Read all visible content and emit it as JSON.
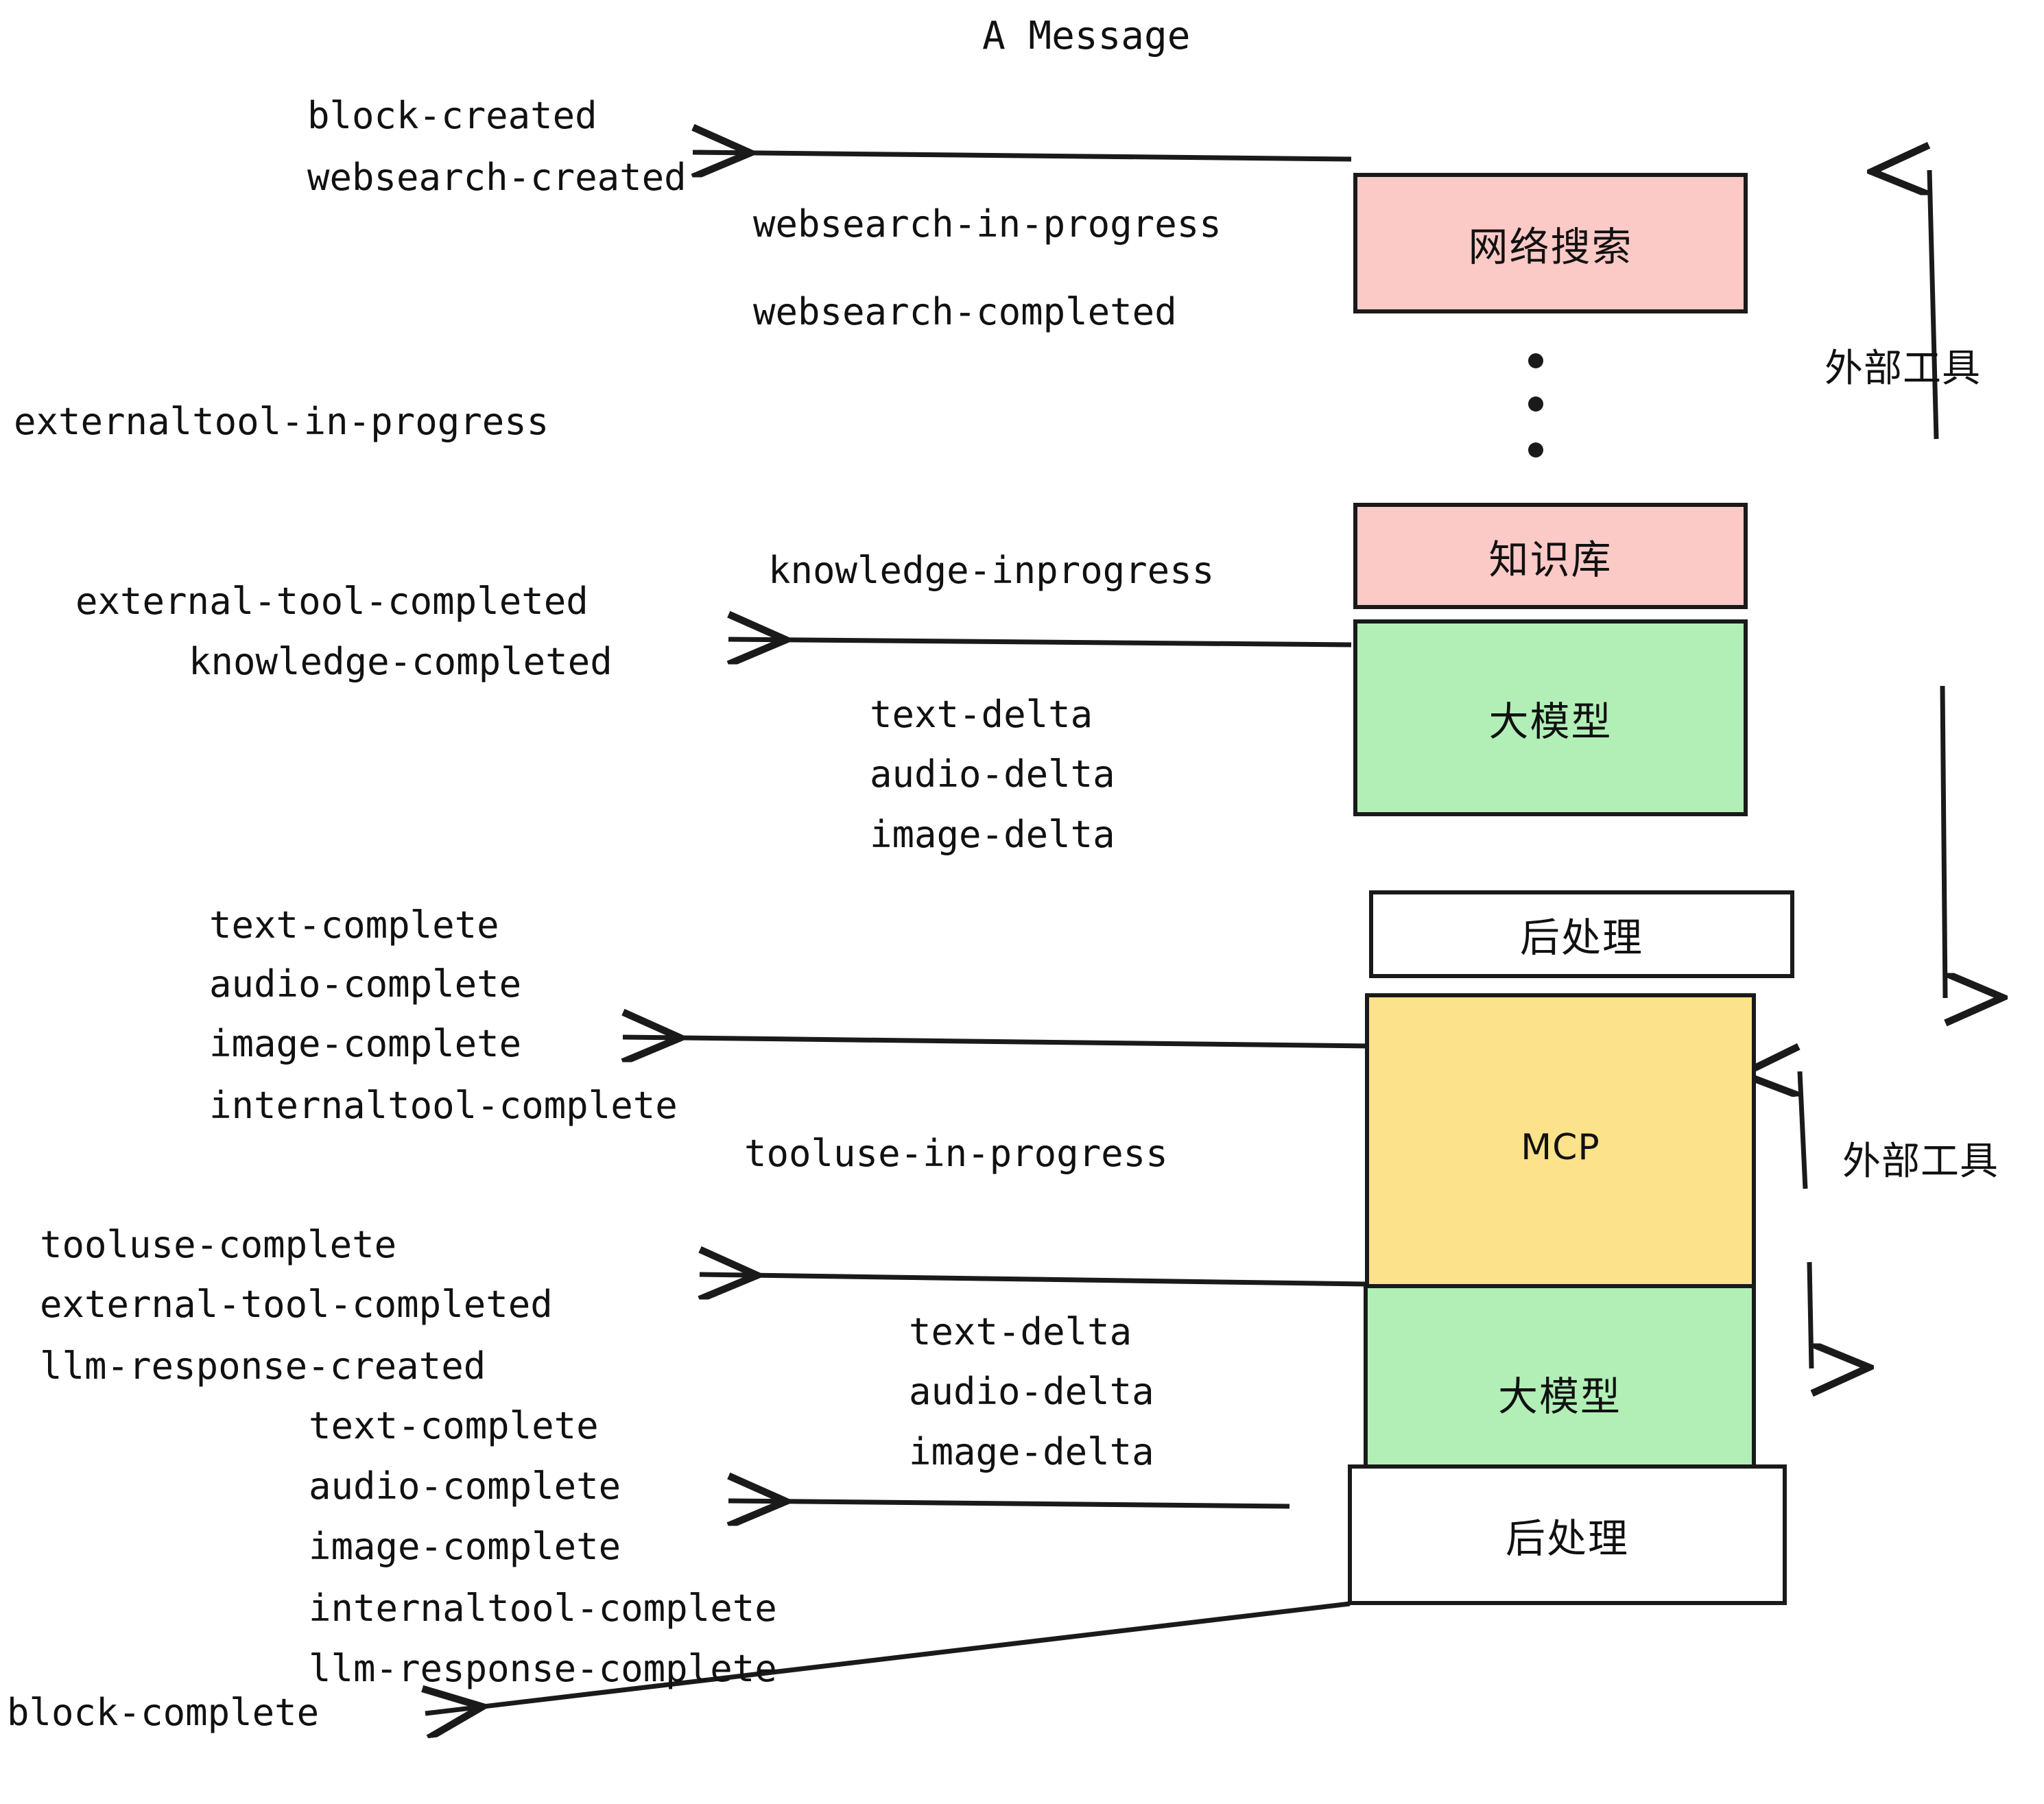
{
  "title": "A Message",
  "colors": {
    "pink": "#fbc9c6",
    "green": "#b1efb7",
    "yellow": "#fbe28b",
    "white": "#ffffff",
    "stroke": "#1a1a1a",
    "text": "#111111"
  },
  "boxes": [
    {
      "id": "websearch",
      "label": "网络搜索",
      "fill": "#fbc9c6"
    },
    {
      "id": "knowledge",
      "label": "知识库",
      "fill": "#fbc9c6"
    },
    {
      "id": "llm-1",
      "label": "大模型",
      "fill": "#b1efb7"
    },
    {
      "id": "postprocess-1",
      "label": "后处理",
      "fill": "#ffffff"
    },
    {
      "id": "mcp",
      "label": "MCP",
      "fill": "#fbe28b"
    },
    {
      "id": "llm-2",
      "label": "大模型",
      "fill": "#b1efb7"
    },
    {
      "id": "postprocess-2",
      "label": "后处理",
      "fill": "#ffffff"
    }
  ],
  "side_labels": [
    {
      "id": "external-tools-top",
      "label": "外部工具"
    },
    {
      "id": "external-tools-bottom",
      "label": "外部工具"
    }
  ],
  "events": [
    {
      "id": "block-created",
      "label": "block-created"
    },
    {
      "id": "websearch-created",
      "label": "websearch-created"
    },
    {
      "id": "websearch-in-progress",
      "label": "websearch-in-progress"
    },
    {
      "id": "websearch-completed",
      "label": "websearch-completed"
    },
    {
      "id": "externaltool-in-progress",
      "label": "externaltool-in-progress"
    },
    {
      "id": "knowledge-inprogress",
      "label": "knowledge-inprogress"
    },
    {
      "id": "external-tool-completed-1",
      "label": "external-tool-completed"
    },
    {
      "id": "knowledge-completed",
      "label": "knowledge-completed"
    },
    {
      "id": "text-delta-1",
      "label": "text-delta"
    },
    {
      "id": "audio-delta-1",
      "label": "audio-delta"
    },
    {
      "id": "image-delta-1",
      "label": "image-delta"
    },
    {
      "id": "text-complete-1",
      "label": "text-complete"
    },
    {
      "id": "audio-complete-1",
      "label": "audio-complete"
    },
    {
      "id": "image-complete-1",
      "label": "image-complete"
    },
    {
      "id": "internaltool-complete-1",
      "label": "internaltool-complete"
    },
    {
      "id": "tooluse-in-progress",
      "label": "tooluse-in-progress"
    },
    {
      "id": "tooluse-complete",
      "label": "tooluse-complete"
    },
    {
      "id": "external-tool-completed-2",
      "label": "external-tool-completed"
    },
    {
      "id": "llm-response-created",
      "label": "llm-response-created"
    },
    {
      "id": "text-delta-2",
      "label": "text-delta"
    },
    {
      "id": "audio-delta-2",
      "label": "audio-delta"
    },
    {
      "id": "image-delta-2",
      "label": "image-delta"
    },
    {
      "id": "text-complete-2",
      "label": "text-complete"
    },
    {
      "id": "audio-complete-2",
      "label": "audio-complete"
    },
    {
      "id": "image-complete-2",
      "label": "image-complete"
    },
    {
      "id": "internaltool-complete-2",
      "label": "internaltool-complete"
    },
    {
      "id": "llm-response-complete",
      "label": "llm-response-complete"
    },
    {
      "id": "block-complete",
      "label": "block-complete"
    }
  ]
}
